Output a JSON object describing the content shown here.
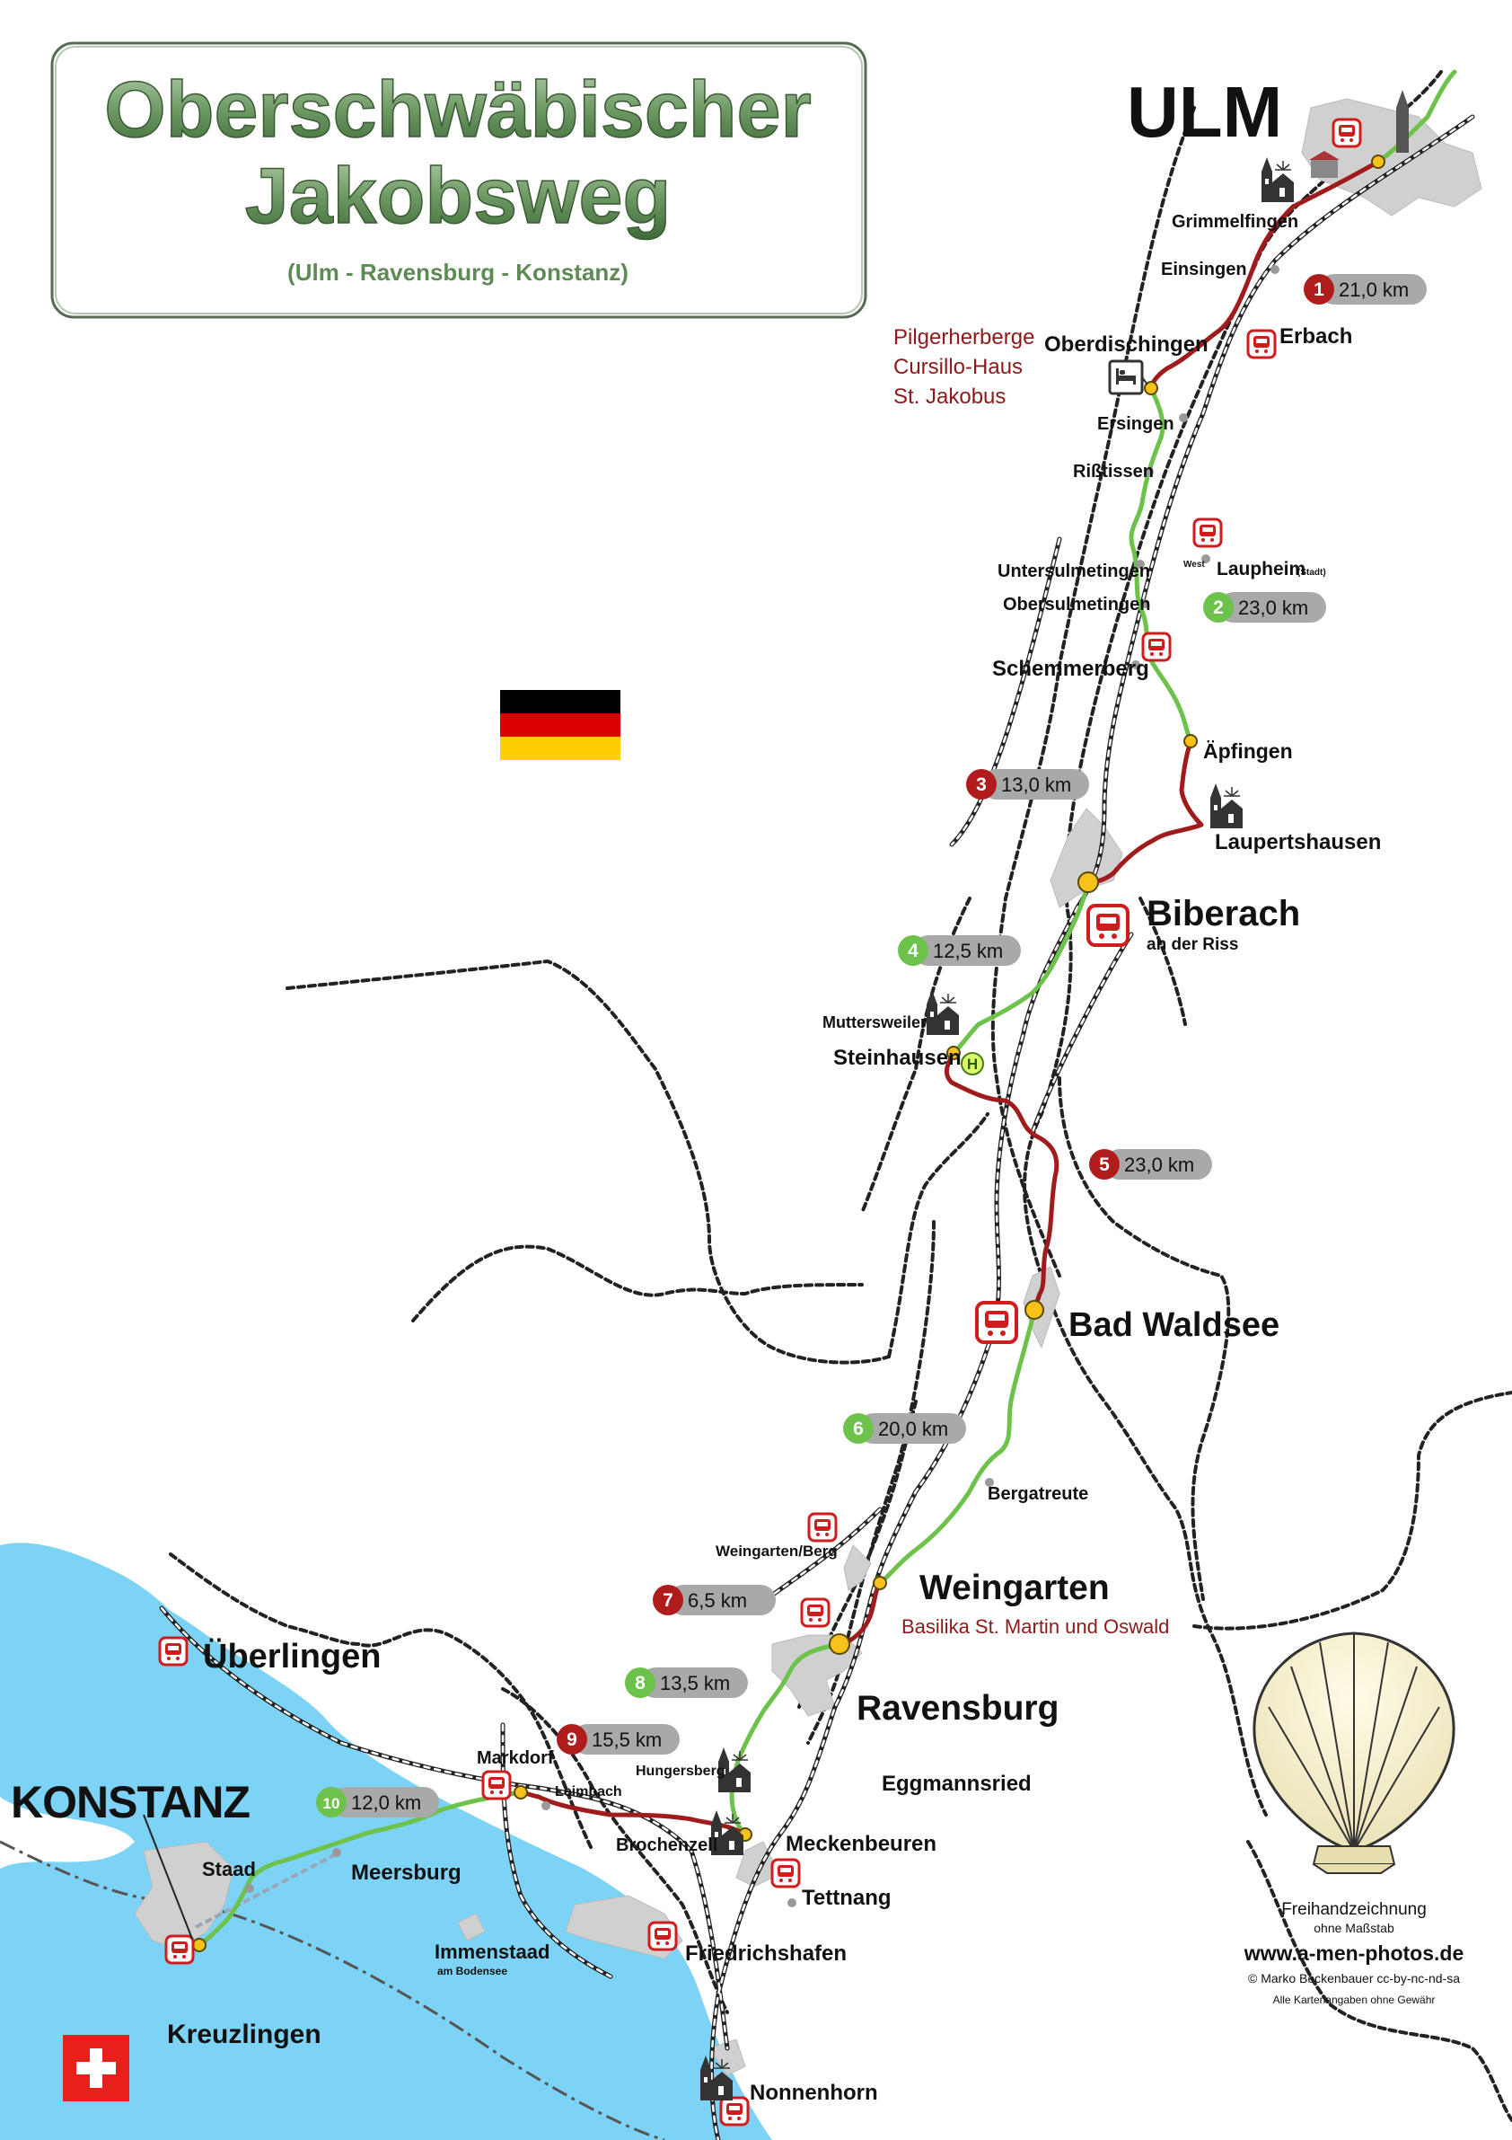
{
  "title": {
    "line1": "Oberschwäbischer",
    "line2": "Jakobsweg",
    "subtitle": "(Ulm - Ravensburg - Konstanz)"
  },
  "colors": {
    "route_red": "#a01c1c",
    "route_green": "#6cc24a",
    "lake": "#7dd3f5",
    "town": "#d3d3d3",
    "badge_red": "#b01c1c",
    "badge_green": "#6cc24a",
    "badge_grey": "#a9a9a9"
  },
  "cities": {
    "ulm": "ULM",
    "biberach": "Biberach",
    "biberach_sub": "an der Riss",
    "bad_waldsee": "Bad Waldsee",
    "weingarten": "Weingarten",
    "ravensburg": "Ravensburg",
    "konstanz": "KONSTANZ",
    "ueberlingen": "Überlingen"
  },
  "places": {
    "grimmelfingen": "Grimmelfingen",
    "einsingen": "Einsingen",
    "erbach": "Erbach",
    "oberdischingen": "Oberdischingen",
    "ersingen": "Ersingen",
    "risstissen": "Rißtissen",
    "laupheim": "Laupheim",
    "laupheim_sub": "(Stadt)",
    "laupheim_west": "West",
    "untersulmetingen": "Untersulmetingen",
    "obersulmetingen": "Obersulmetingen",
    "schemmerberg": "Schemmerberg",
    "aepfingen": "Äpfingen",
    "laupertshausen": "Laupertshausen",
    "muttersweiler": "Muttersweiler",
    "steinhausen": "Steinhausen",
    "bergatreute": "Bergatreute",
    "weingarten_berg": "Weingarten/Berg",
    "eggmannsried": "Eggmannsried",
    "hungersberg": "Hungersberg",
    "markdorf": "Markdorf",
    "leimbach": "Leimbach",
    "brochenzell": "Brochenzell",
    "meckenbeuren": "Meckenbeuren",
    "tettnang": "Tettnang",
    "meersburg": "Meersburg",
    "staad": "Staad",
    "immenstaad": "Immenstaad",
    "immenstaad_sub": "am Bodensee",
    "friedrichshafen": "Friedrichshafen",
    "kreuzlingen": "Kreuzlingen",
    "nonnenhorn": "Nonnenhorn"
  },
  "pilgrim_hostel": {
    "line1": "Pilgerherberge",
    "line2": "Cursillo-Haus",
    "line3": "St. Jakobus"
  },
  "basilica": "Basilika St. Martin und Oswald",
  "hotel_marker": "H",
  "stages": [
    {
      "num": "1",
      "km": "21,0 km",
      "color": "red"
    },
    {
      "num": "2",
      "km": "23,0 km",
      "color": "green"
    },
    {
      "num": "3",
      "km": "13,0 km",
      "color": "red"
    },
    {
      "num": "4",
      "km": "12,5 km",
      "color": "green"
    },
    {
      "num": "5",
      "km": "23,0 km",
      "color": "red"
    },
    {
      "num": "6",
      "km": "20,0 km",
      "color": "green"
    },
    {
      "num": "7",
      "km": "6,5 km",
      "color": "red"
    },
    {
      "num": "8",
      "km": "13,5 km",
      "color": "green"
    },
    {
      "num": "9",
      "km": "15,5 km",
      "color": "red"
    },
    {
      "num": "10",
      "km": "12,0 km",
      "color": "green"
    }
  ],
  "credits": {
    "line1": "Freihandzeichnung",
    "line2": "ohne Maßstab",
    "url": "www.a-men-photos.de",
    "copyright": "© Marko Beckenbauer  cc-by-nc-nd-sa",
    "disclaimer": "Alle Kartenangaben ohne Gewähr"
  },
  "icons": {
    "germany_flag": "germany-flag-icon",
    "swiss_flag": "swiss-flag-icon",
    "scallop_shell": "scallop-shell-icon",
    "train_station": "train-station-icon",
    "church": "church-icon",
    "hostel_bed": "bed-icon"
  }
}
